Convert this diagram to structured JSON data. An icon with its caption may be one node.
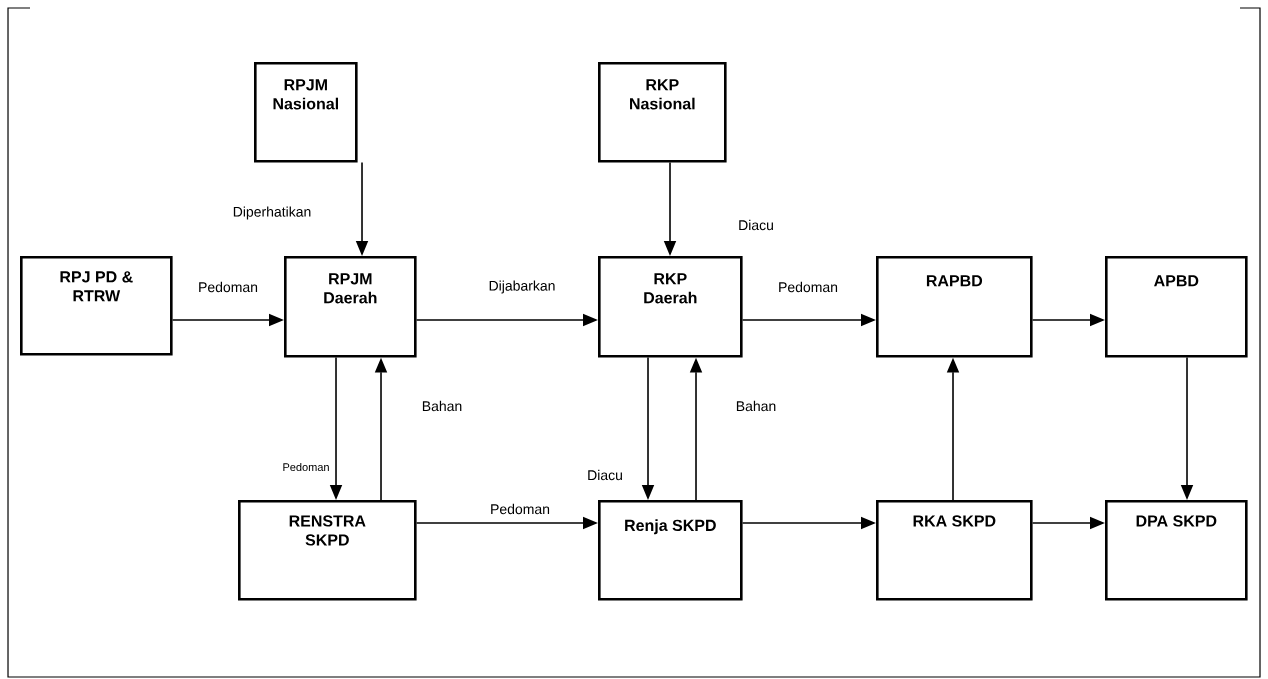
{
  "diagram": {
    "nodes": [
      {
        "text": [
          "RPJM Nasional"
        ]
      },
      {
        "text": [
          "RKP Nasional"
        ]
      },
      {
        "text": [
          "RPJ PD & RTRW"
        ]
      },
      {
        "text": [
          "RPJM Daerah"
        ]
      },
      {
        "text": [
          "RKP Daerah"
        ]
      },
      {
        "text": [
          "RAPBD"
        ]
      },
      {
        "text": [
          "APBD"
        ]
      },
      {
        "text": [
          "RENSTRA SKPD"
        ]
      },
      {
        "text": [
          "Renja SKPD"
        ]
      },
      {
        "text": [
          "RKA SKPD"
        ]
      },
      {
        "text": [
          "DPA SKPD"
        ]
      }
    ],
    "edges": [
      {
        "from": 0,
        "to": 3,
        "arrow": "to",
        "label": "Diperhatikan"
      },
      {
        "from": 1,
        "to": 4,
        "arrow": "to",
        "label": "Diacu"
      },
      {
        "from": 2,
        "to": 3,
        "arrow": "to",
        "label": "Pedoman"
      },
      {
        "from": 3,
        "to": 4,
        "arrow": "to",
        "label": "Dijabarkan"
      },
      {
        "from": 4,
        "to": 5,
        "arrow": "to",
        "label": "Pedoman"
      },
      {
        "from": 5,
        "to": 6,
        "arrow": "to"
      },
      {
        "from": 3,
        "to": 7,
        "arrow": "to",
        "label": "Pedoman"
      },
      {
        "from": 7,
        "to": 3,
        "arrow": "to",
        "label": "Bahan"
      },
      {
        "from": 4,
        "to": 8,
        "arrow": "to",
        "label": "Diacu"
      },
      {
        "from": 8,
        "to": 4,
        "arrow": "to",
        "label": "Bahan"
      },
      {
        "from": 7,
        "to": 8,
        "arrow": "to",
        "label": "Pedoman"
      },
      {
        "from": 8,
        "to": 9,
        "arrow": "to"
      },
      {
        "from": 9,
        "to": 10,
        "arrow": "to"
      },
      {
        "from": 9,
        "to": 5,
        "arrow": "to"
      },
      {
        "from": 6,
        "to": 10,
        "arrow": "to"
      }
    ]
  }
}
